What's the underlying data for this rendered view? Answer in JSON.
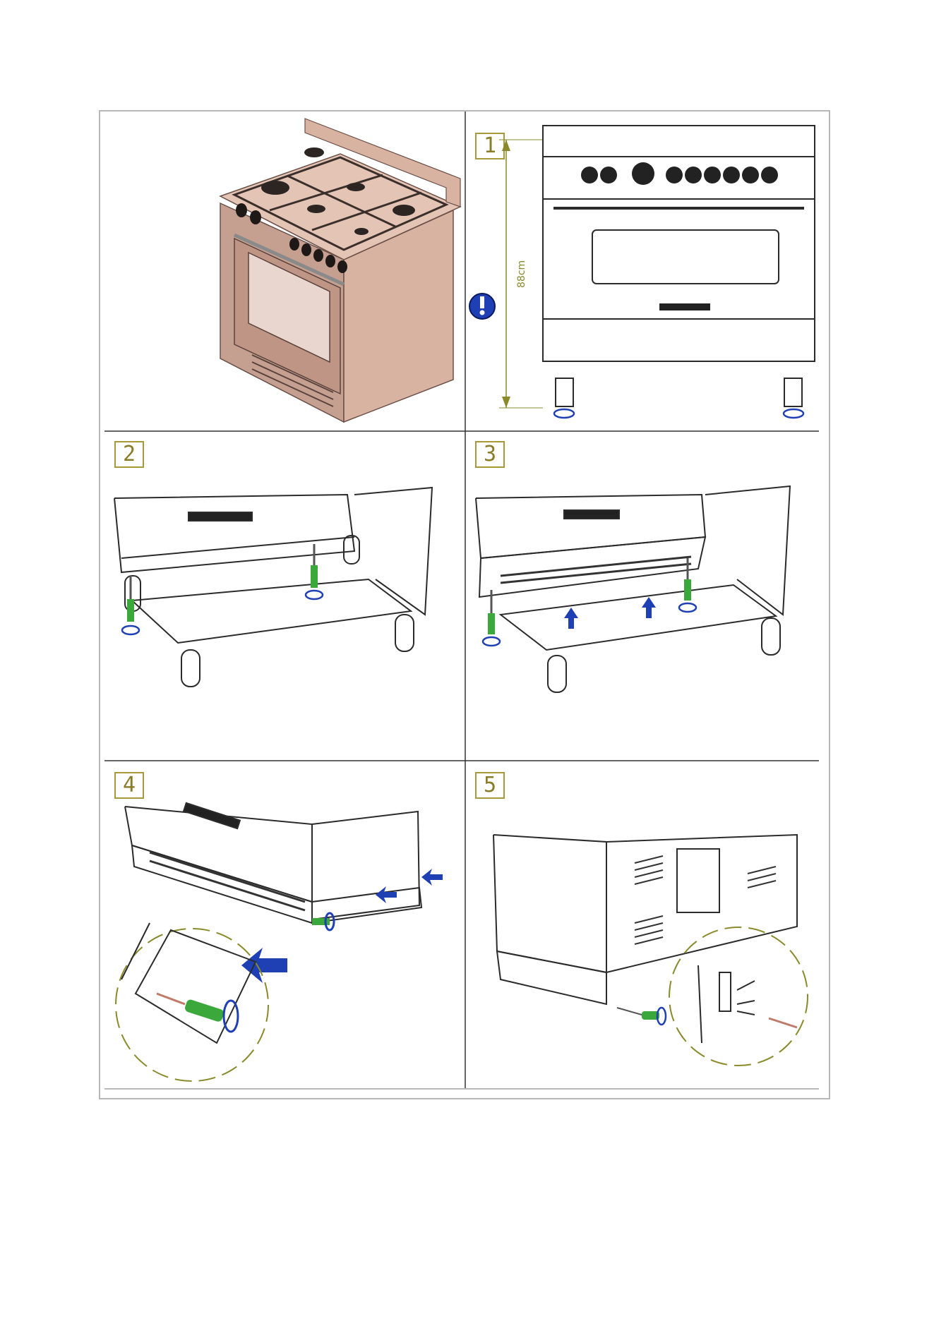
{
  "steps": {
    "s1": "1",
    "s2": "2",
    "s3": "3",
    "s4": "4",
    "s5": "5"
  },
  "dimension": {
    "height_label": "88cm"
  },
  "icons": {
    "warning": "exclamation-circle-icon",
    "rotate": "rotate-arrow-icon",
    "push": "push-arrow-icon"
  },
  "colors": {
    "accent_badge": "#a89a3a",
    "arrow_blue": "#1f3fb5",
    "screwdriver_green": "#3aa83a",
    "copper": "#c99a84",
    "line": "#333333"
  }
}
